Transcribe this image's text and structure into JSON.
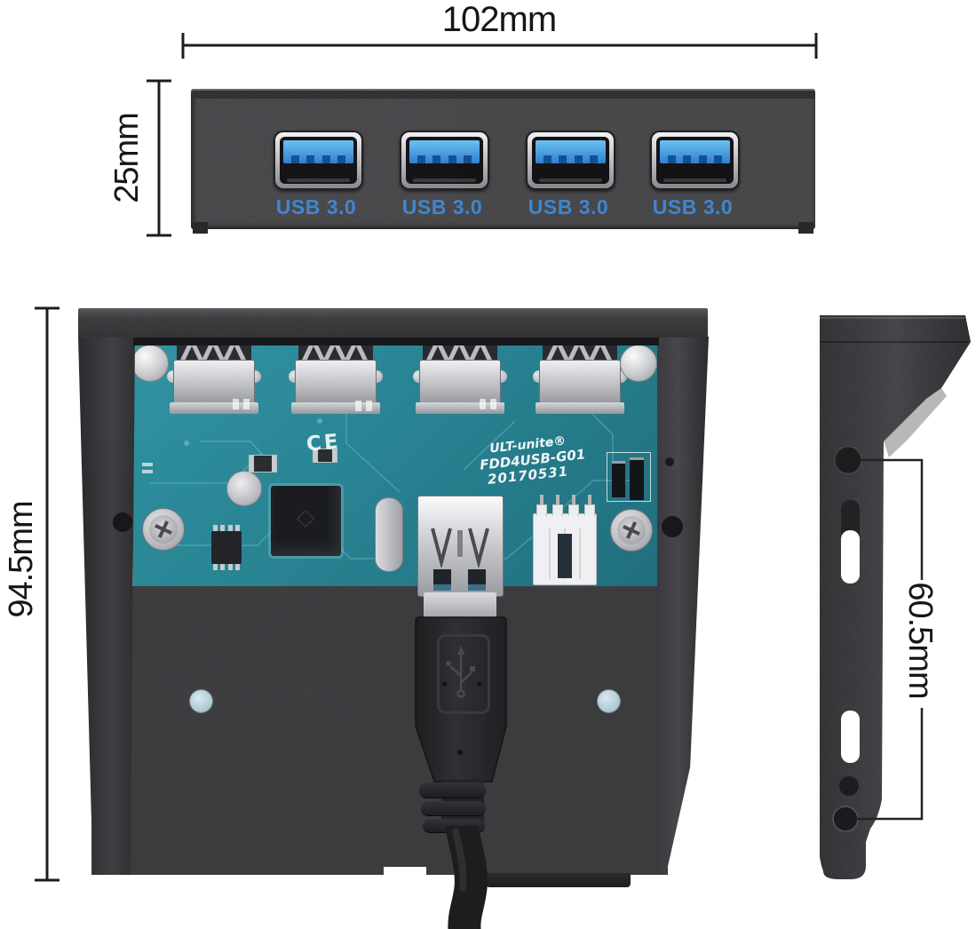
{
  "annotations": {
    "width": "102mm",
    "panel_height": "25mm",
    "unit_height": "94.5mm",
    "hole_spacing": "60.5mm"
  },
  "front_panel": {
    "ports": [
      {
        "label": "USB 3.0"
      },
      {
        "label": "USB 3.0"
      },
      {
        "label": "USB 3.0"
      },
      {
        "label": "USB 3.0"
      }
    ]
  },
  "pcb": {
    "ce_mark": "CE",
    "brand": "ULT-unite®",
    "model": "FDD4USB-G01",
    "date_code": "20170531"
  },
  "colors": {
    "background": "#ffffff",
    "panel_charcoal": "#48484b",
    "pcb_teal": "#2a8794",
    "port_blue": "#3b8ad6",
    "label_blue": "#3d86d0",
    "silver": "#c9c9cd",
    "dimension_line": "#1c1c1c",
    "floor_hole_blue": "#aecbd7"
  }
}
